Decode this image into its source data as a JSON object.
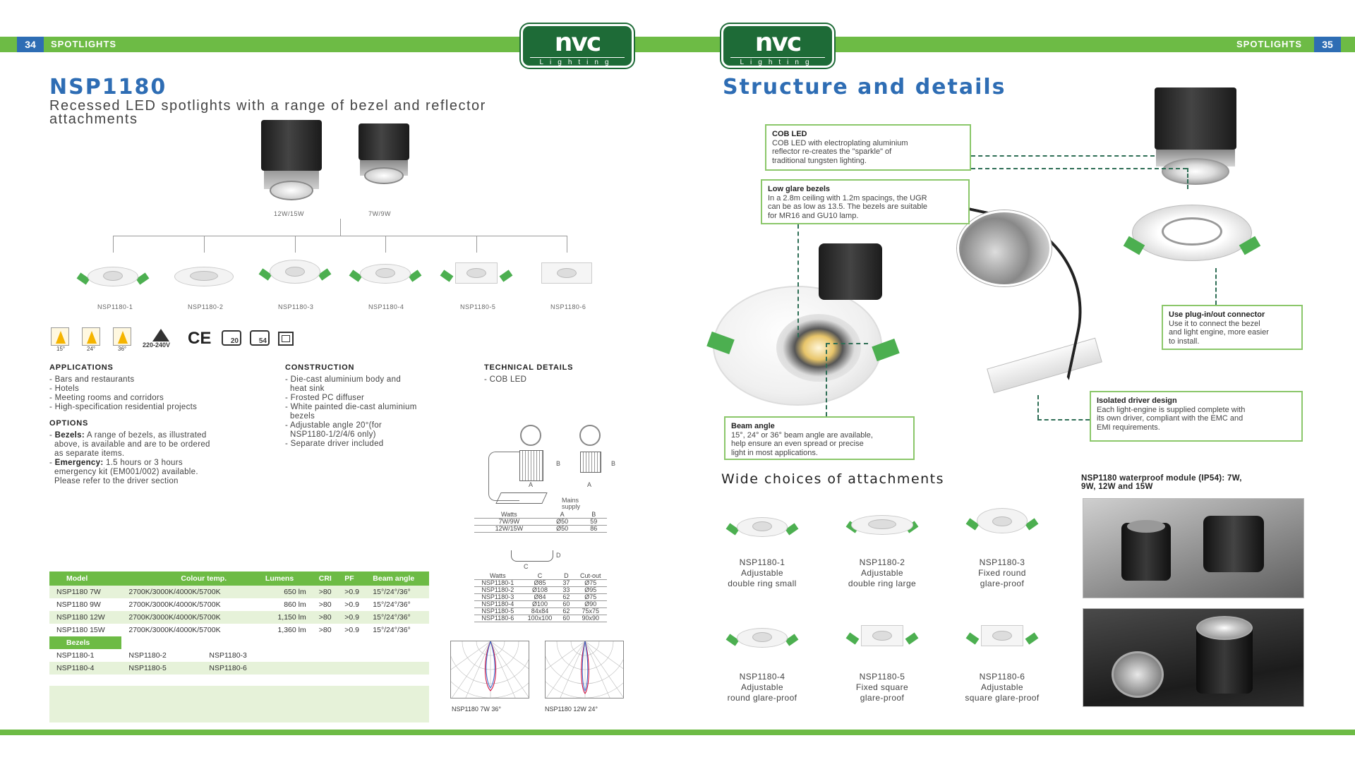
{
  "left_page": {
    "page_number": "34",
    "section": "SPOTLIGHTS",
    "title": "NSP1180",
    "subtitle_line1": "Recessed LED spotlights with a range of bezel and reflector",
    "subtitle_line2": "attachments",
    "engines": [
      "12W/15W",
      "7W/9W"
    ],
    "bezels": [
      "NSP1180-1",
      "NSP1180-2",
      "NSP1180-3",
      "NSP1180-4",
      "NSP1180-5",
      "NSP1180-6"
    ],
    "beam_icons": [
      "15°",
      "24°",
      "36°"
    ],
    "voltage": "220-240V",
    "ce_mark": "CE",
    "ip20": "20",
    "ip54": "54",
    "applications": {
      "heading": "APPLICATIONS",
      "items": [
        "- Bars and restaurants",
        "- Hotels",
        "- Meeting rooms and corridors",
        "- High-specification residential projects"
      ]
    },
    "options": {
      "heading": "OPTIONS",
      "bezels_label": "Bezels:",
      "bezels_text_1": " A range of bezels, as illustrated",
      "bezels_text_2": "above, is available and are to be ordered",
      "bezels_text_3": "as separate items.",
      "emergency_label": "Emergency:",
      "emergency_text_1": " 1.5 hours or 3 hours",
      "emergency_text_2": "emergency kit (EM001/002) available.",
      "emergency_text_3": "Please refer to the driver section"
    },
    "construction": {
      "heading": "CONSTRUCTION",
      "items": [
        "- Die-cast aluminium body and",
        "  heat sink",
        "- Frosted PC diffuser",
        "- White painted die-cast aluminium",
        "  bezels",
        "- Adjustable angle 20°(for",
        "  NSP1180-1/2/4/6 only)",
        "- Separate driver included"
      ]
    },
    "technical": {
      "heading": "TECHNICAL DETAILS",
      "items": [
        "- COB LED"
      ]
    },
    "dimension_labels": {
      "A": "A",
      "B": "B",
      "C": "C",
      "D": "D",
      "mains": "Mains",
      "supply": "supply"
    },
    "engine_dims": {
      "headers": [
        "Watts",
        "A",
        "B"
      ],
      "rows": [
        [
          "7W/9W",
          "Ø50",
          "59"
        ],
        [
          "12W/15W",
          "Ø50",
          "86"
        ]
      ]
    },
    "bezel_dims": {
      "headers": [
        "Watts",
        "C",
        "D",
        "Cut-out"
      ],
      "rows": [
        [
          "NSP1180-1",
          "Ø85",
          "37",
          "Ø75"
        ],
        [
          "NSP1180-2",
          "Ø108",
          "33",
          "Ø95"
        ],
        [
          "NSP1180-3",
          "Ø84",
          "62",
          "Ø75"
        ],
        [
          "NSP1180-4",
          "Ø100",
          "60",
          "Ø90"
        ],
        [
          "NSP1180-5",
          "84x84",
          "62",
          "75x75"
        ],
        [
          "NSP1180-6",
          "100x100",
          "60",
          "90x90"
        ]
      ]
    },
    "product_table": {
      "headers": [
        "Model",
        "Colour temp.",
        "Lumens",
        "CRI",
        "PF",
        "Beam angle"
      ],
      "rows": [
        [
          "NSP1180 7W",
          "2700K/3000K/4000K/5700K",
          "650 lm",
          ">80",
          ">0.9",
          "15°/24°/36°"
        ],
        [
          "NSP1180 9W",
          "2700K/3000K/4000K/5700K",
          "860 lm",
          ">80",
          ">0.9",
          "15°/24°/36°"
        ],
        [
          "NSP1180 12W",
          "2700K/3000K/4000K/5700K",
          "1,150 lm",
          ">80",
          ">0.9",
          "15°/24°/36°"
        ],
        [
          "NSP1180 15W",
          "2700K/3000K/4000K/5700K",
          "1,360 lm",
          ">80",
          ">0.9",
          "15°/24°/36°"
        ]
      ],
      "bezels_heading": "Bezels",
      "bezel_rows": [
        [
          "NSP1180-1",
          "NSP1180-2",
          "NSP1180-3"
        ],
        [
          "NSP1180-4",
          "NSP1180-5",
          "NSP1180-6"
        ]
      ]
    },
    "polar_captions": [
      "NSP1180 7W 36°",
      "NSP1180 12W 24°"
    ]
  },
  "logo": {
    "brand": "nvc",
    "sub": "Lighting"
  },
  "right_page": {
    "page_number": "35",
    "section": "SPOTLIGHTS",
    "title": "Structure and details",
    "callouts": {
      "cob": {
        "title": "COB LED",
        "text": [
          "COB LED with electroplating aluminium",
          "reflector re-creates the \"sparkle\" of",
          "traditional tungsten lighting."
        ]
      },
      "glare": {
        "title": "Low glare bezels",
        "text": [
          "In a 2.8m ceiling with 1.2m spacings, the UGR",
          "can be as low as 13.5. The bezels are suitable",
          "for MR16 and GU10 lamp."
        ]
      },
      "plug": {
        "title": "Use plug-in/out connector",
        "text": [
          "Use it to connect the bezel",
          "and light engine, more easier",
          "to install."
        ]
      },
      "driver": {
        "title": "Isolated driver design",
        "text": [
          "Each light-engine is supplied complete with",
          "its own driver, compliant with the EMC and",
          "EMI requirements."
        ]
      },
      "beam": {
        "title": "Beam angle",
        "text": [
          "15°, 24° or 36° beam angle are available,",
          "help ensure an even spread or precise",
          "light in most applications."
        ]
      }
    },
    "attachments_heading": "Wide choices of attachments",
    "attachments": [
      {
        "model": "NSP1180-1",
        "desc1": "Adjustable",
        "desc2": "double ring small"
      },
      {
        "model": "NSP1180-2",
        "desc1": "Adjustable",
        "desc2": "double ring large"
      },
      {
        "model": "NSP1180-3",
        "desc1": "Fixed round",
        "desc2": "glare-proof"
      },
      {
        "model": "NSP1180-4",
        "desc1": "Adjustable",
        "desc2": "round glare-proof"
      },
      {
        "model": "NSP1180-5",
        "desc1": "Fixed square",
        "desc2": "glare-proof"
      },
      {
        "model": "NSP1180-6",
        "desc1": "Adjustable",
        "desc2": "square glare-proof"
      }
    ],
    "waterproof_line1": "NSP1180 waterproof module (IP54): 7W,",
    "waterproof_line2": "9W, 12W and 15W"
  },
  "colors": {
    "green": "#6dbb45",
    "blue": "#2e6db4",
    "dark_green": "#1e6b37"
  }
}
